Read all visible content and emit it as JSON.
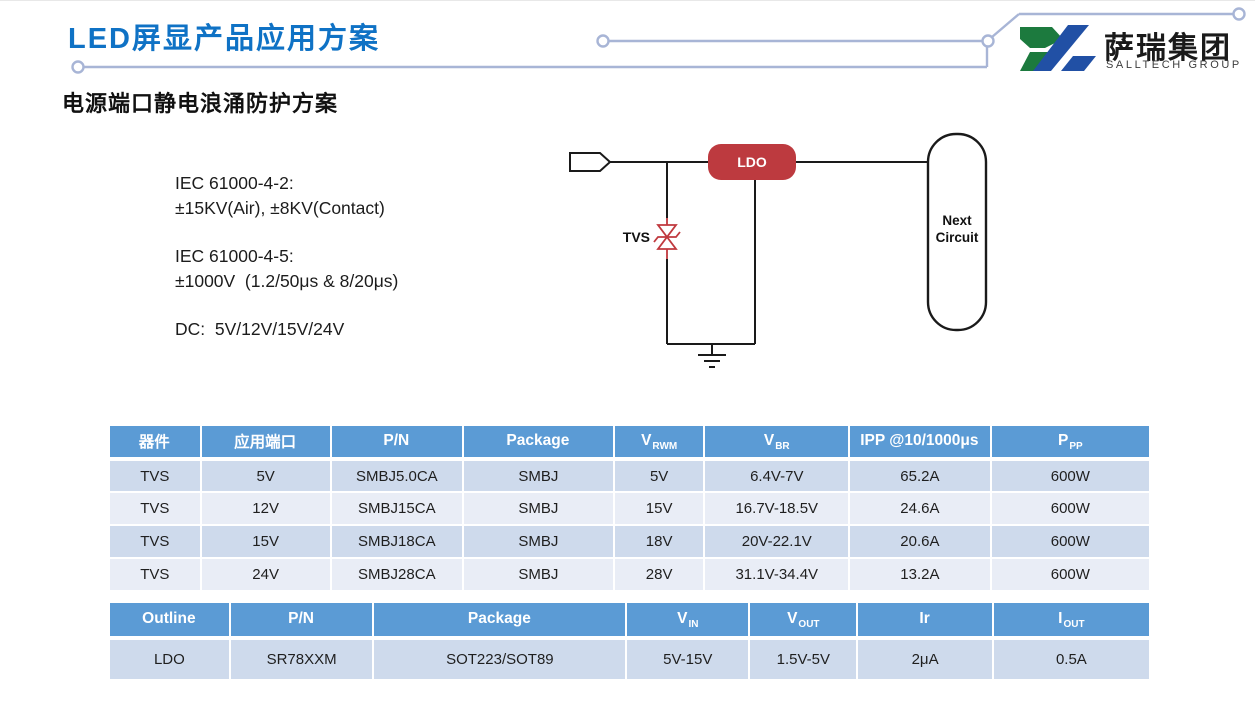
{
  "header": {
    "title": "LED屏显产品应用方案",
    "logo": {
      "cn": "萨瑞集团",
      "en": "SALLTECH GROUP"
    }
  },
  "subtitle": "电源端口静电浪涌防护方案",
  "specs": [
    [
      "IEC 61000-4-2:",
      "±15KV(Air), ±8KV(Contact)"
    ],
    [
      "IEC 61000-4-5:",
      "±1000V  (1.2/50μs & 8/20μs)"
    ],
    [
      "DC:  5V/12V/15V/24V"
    ]
  ],
  "circuit": {
    "tvs_label": "TVS",
    "ldo_label": "LDO",
    "next_line1": "Next",
    "next_line2": "Circuit"
  },
  "table1": {
    "headers": [
      {
        "main": "器件"
      },
      {
        "main": "应用端口"
      },
      {
        "main": "P/N"
      },
      {
        "main": "Package"
      },
      {
        "main": "V",
        "sub": "RWM"
      },
      {
        "main": "V",
        "sub": "BR"
      },
      {
        "main": "IPP @10/1000μs"
      },
      {
        "main": "P",
        "sub": "PP"
      }
    ],
    "rows": [
      [
        "TVS",
        "5V",
        "SMBJ5.0CA",
        "SMBJ",
        "5V",
        "6.4V-7V",
        "65.2A",
        "600W"
      ],
      [
        "TVS",
        "12V",
        "SMBJ15CA",
        "SMBJ",
        "15V",
        "16.7V-18.5V",
        "24.6A",
        "600W"
      ],
      [
        "TVS",
        "15V",
        "SMBJ18CA",
        "SMBJ",
        "18V",
        "20V-22.1V",
        "20.6A",
        "600W"
      ],
      [
        "TVS",
        "24V",
        "SMBJ28CA",
        "SMBJ",
        "28V",
        "31.1V-34.4V",
        "13.2A",
        "600W"
      ]
    ]
  },
  "table2": {
    "headers": [
      {
        "main": "Outline"
      },
      {
        "main": "P/N"
      },
      {
        "main": "Package"
      },
      {
        "main": "V",
        "sub": "IN"
      },
      {
        "main": "V",
        "sub": "OUT"
      },
      {
        "main": "Ir"
      },
      {
        "main": "I",
        "sub": "OUT"
      }
    ],
    "rows": [
      [
        "LDO",
        "SR78XXM",
        "SOT223/SOT89",
        "5V-15V",
        "1.5V-5V",
        "2μA",
        "0.5A"
      ]
    ]
  },
  "colors": {
    "accent_blue": "#0F72C5",
    "table_header": "#5B9BD5",
    "row_odd": "#CEDAEC",
    "row_even": "#E9EDF6",
    "trace": "#A8B5D6",
    "ldo_red": "#BD3A3F",
    "tvs_red": "#C0393E",
    "logo_green": "#1C7A3E",
    "logo_blue": "#2150A5"
  }
}
